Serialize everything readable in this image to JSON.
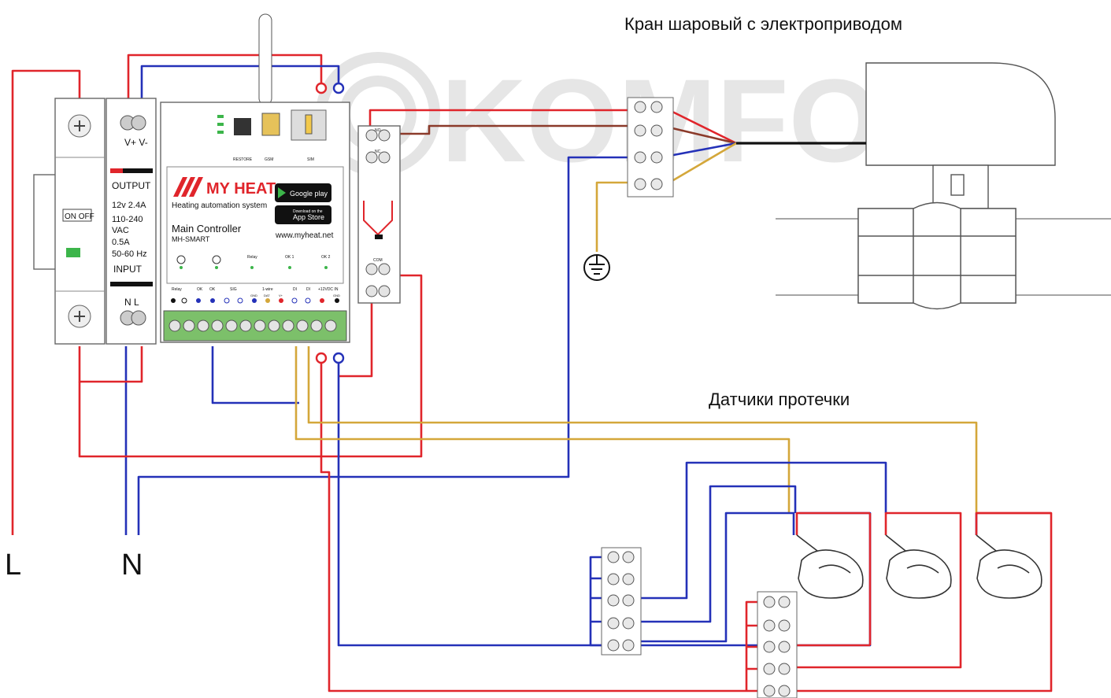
{
  "watermark": "KOMFORT",
  "labels": {
    "valve_title": "Кран шаровый с электроприводом",
    "sensors_title": "Датчики протечки",
    "line_L": "L",
    "line_N": "N"
  },
  "breaker": {
    "switch_text": "ON OFF"
  },
  "psu": {
    "top_terminals": "V+  V-",
    "output_title": "OUTPUT",
    "output_spec": "12v 2.4A",
    "input_spec_1": "110-240",
    "input_spec_2": "VAC",
    "input_spec_3": "0.5A",
    "input_spec_4": "50-60 Hz",
    "input_title": "INPUT",
    "bottom_terminals": "N  L"
  },
  "controller": {
    "brand_text": "MY HEAT",
    "subtitle": "Heating automation system",
    "model_line_1": "Main Controller",
    "model_line_2": "MH-SMART",
    "website": "www.myheat.net",
    "store_google": "Google play",
    "store_apple_small": "Download on the",
    "store_apple": "App Store",
    "btn_restore": "RESTORE",
    "btn_gsm": "GSM",
    "btn_sim": "SIM",
    "led_labels": [
      "Relay",
      "OK 1",
      "OK 2"
    ],
    "terminal_labels": [
      "Relay",
      "OK",
      "OK",
      "SIG",
      "1-wire",
      "DI",
      "DI",
      "+12VDC IN"
    ],
    "terminal_sub_labels": [
      "GND",
      "DAT",
      "V+",
      "GND"
    ]
  },
  "relay": {
    "top_label_1": "NO",
    "top_label_2": "NC",
    "coil_label": "COM"
  },
  "colors": {
    "red": "#e0252b",
    "blue": "#2431b8",
    "brown": "#8b3a2a",
    "yellow": "#d4a73a",
    "black": "#111111",
    "terminal_green": "#7cc06a",
    "watermark": "#e2e2e2"
  },
  "icons": {
    "ground": "ground-symbol-icon",
    "antenna": "antenna-icon",
    "sensor": "water-leak-sensor-icon",
    "valve": "ball-valve-icon"
  }
}
